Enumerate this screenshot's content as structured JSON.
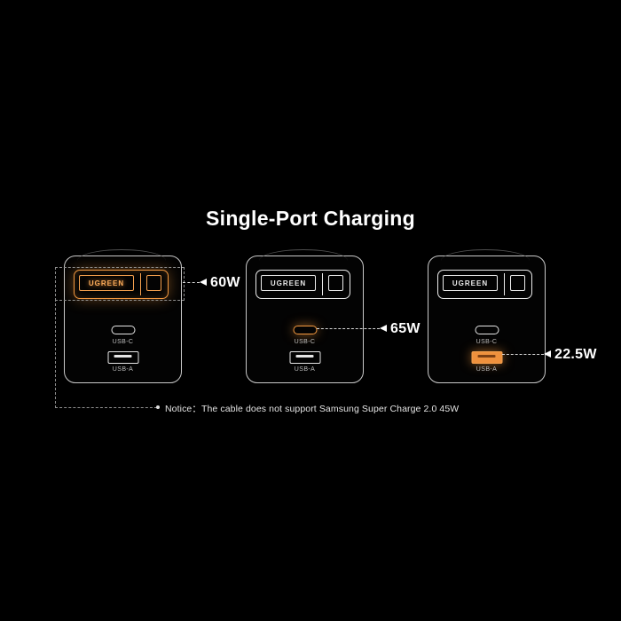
{
  "title": "Single-Port Charging",
  "colors": {
    "background": "#000000",
    "accent_orange": "#f59a40",
    "charger_border": "#c9c9c9",
    "text_white": "#ffffff"
  },
  "chargers": [
    {
      "brand": "UGREEN",
      "usbc_label": "USB-C",
      "usba_label": "USB-A",
      "highlight": "retractable-cable",
      "callout": "60W"
    },
    {
      "brand": "UGREEN",
      "usbc_label": "USB-C",
      "usba_label": "USB-A",
      "highlight": "usb-c-port",
      "callout": "65W"
    },
    {
      "brand": "UGREEN",
      "usbc_label": "USB-C",
      "usba_label": "USB-A",
      "highlight": "usb-a-port",
      "callout": "22.5W"
    }
  ],
  "notice": "Notice：The cable does not support Samsung Super Charge 2.0 45W"
}
